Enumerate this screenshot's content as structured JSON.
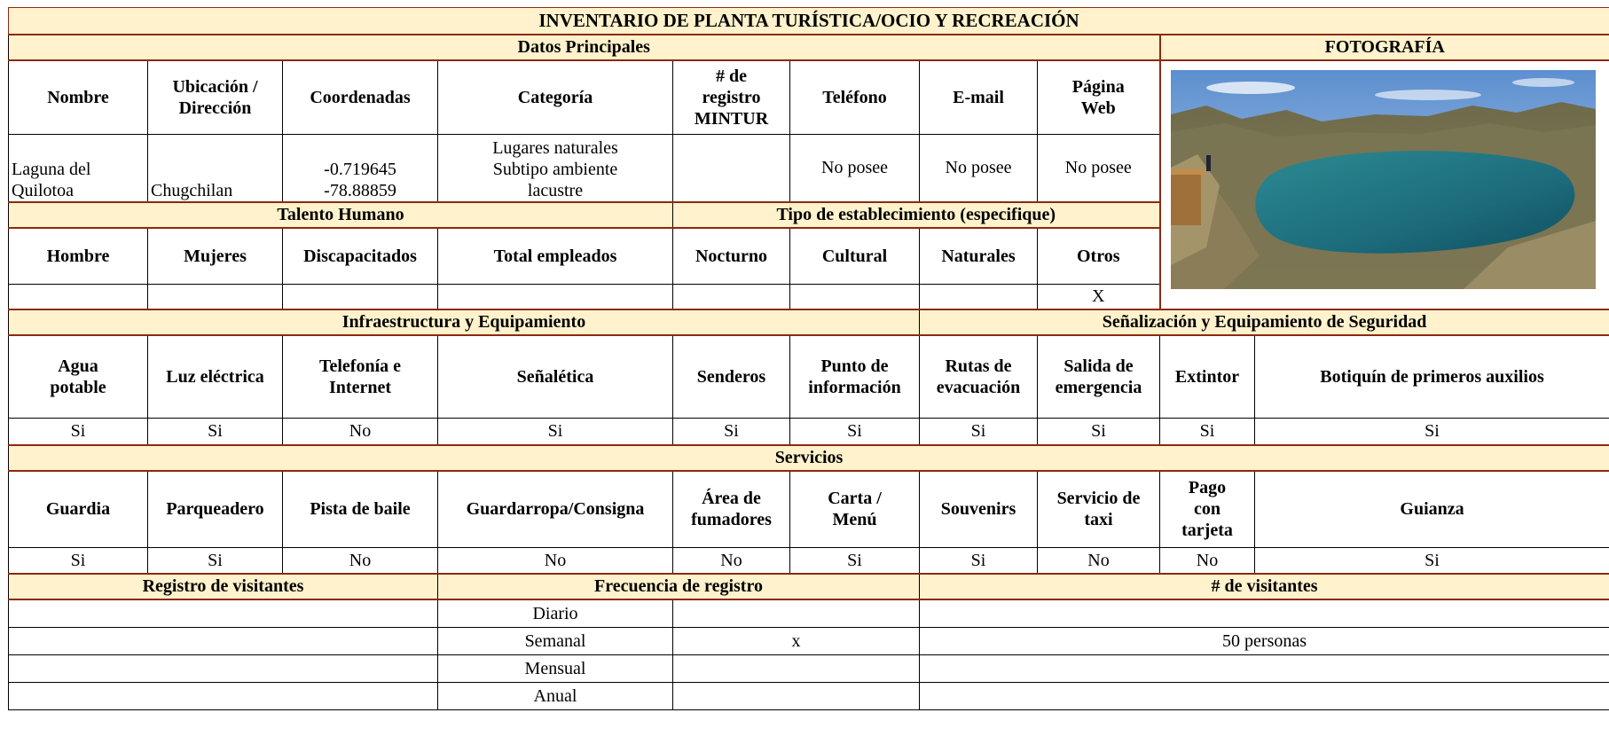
{
  "title": "INVENTARIO DE PLANTA TURÍSTICA/OCIO Y RECREACIÓN",
  "datos_principales": {
    "section": "Datos Principales",
    "photo_section": "FOTOGRAFÍA",
    "headers": {
      "nombre": "Nombre",
      "ubicacion_1": "Ubicación /",
      "ubicacion_2": "Dirección",
      "coordenadas": "Coordenadas",
      "categoria": "Categoría",
      "registro_1": "# de",
      "registro_2": "registro",
      "registro_3": "MINTUR",
      "telefono": "Teléfono",
      "email": "E-mail",
      "pagina_1": "Página",
      "pagina_2": "Web"
    },
    "row": {
      "nombre_1": "Laguna del",
      "nombre_2": "Quilotoa",
      "ubicacion": "Chugchilan",
      "coord_1": "-0.719645",
      "coord_2": "-78.88859",
      "categoria_1": "Lugares naturales",
      "categoria_2": "Subtipo ambiente",
      "categoria_3": "lacustre",
      "registro": "",
      "telefono": "No posee",
      "email": "No posee",
      "pagina": "No posee"
    }
  },
  "talento": {
    "section": "Talento Humano",
    "headers": [
      "Hombre",
      "Mujeres",
      "Discapacitados",
      "Total empleados"
    ],
    "values": [
      "",
      "",
      "",
      ""
    ]
  },
  "tipo": {
    "section": "Tipo de establecimiento (especifique)",
    "headers": [
      "Nocturno",
      "Cultural",
      "Naturales",
      "Otros"
    ],
    "values": [
      "",
      "",
      "",
      "X"
    ]
  },
  "infra": {
    "section": "Infraestructura y Equipamiento",
    "headers": [
      [
        "Agua",
        "potable"
      ],
      [
        "Luz eléctrica"
      ],
      [
        "Telefonía e",
        "Internet"
      ],
      [
        "Señalética"
      ],
      [
        "Senderos"
      ],
      [
        "Punto de",
        "información"
      ]
    ],
    "values": [
      "Si",
      "Si",
      "No",
      "Si",
      "Si",
      "Si"
    ]
  },
  "seguridad": {
    "section": "Señalización y Equipamiento de Seguridad",
    "headers": [
      [
        "Rutas de",
        "evacuación"
      ],
      [
        "Salida de",
        "emergencia"
      ],
      [
        "Extintor"
      ],
      [
        "Botiquín de primeros auxilios"
      ]
    ],
    "values": [
      "Si",
      "Si",
      "Si",
      "Si"
    ]
  },
  "servicios": {
    "section": "Servicios",
    "headers": [
      [
        "Guardia"
      ],
      [
        "Parqueadero"
      ],
      [
        "Pista de baile"
      ],
      [
        "Guardarropa/Consigna"
      ],
      [
        "Área de",
        "fumadores"
      ],
      [
        "Carta /",
        "Menú"
      ],
      [
        "Souvenirs"
      ],
      [
        "Servicio de",
        "taxi"
      ],
      [
        "Pago",
        "con",
        "tarjeta"
      ],
      [
        "Guianza"
      ]
    ],
    "values": [
      "Si",
      "Si",
      "No",
      "No",
      "No",
      "Si",
      "Si",
      "No",
      "No",
      "Si"
    ]
  },
  "registro": {
    "section_visitantes": "Registro de visitantes",
    "section_frecuencia": "Frecuencia de registro",
    "section_numero": "# de visitantes",
    "rows": [
      {
        "freq": "Diario",
        "mark": "",
        "count": ""
      },
      {
        "freq": "Semanal",
        "mark": "x",
        "count": "50 personas"
      },
      {
        "freq": "Mensual",
        "mark": "",
        "count": ""
      },
      {
        "freq": "Anual",
        "mark": "",
        "count": ""
      }
    ]
  },
  "colors": {
    "section_fill": "#fff2cc",
    "section_border": "#8b2a0e"
  }
}
